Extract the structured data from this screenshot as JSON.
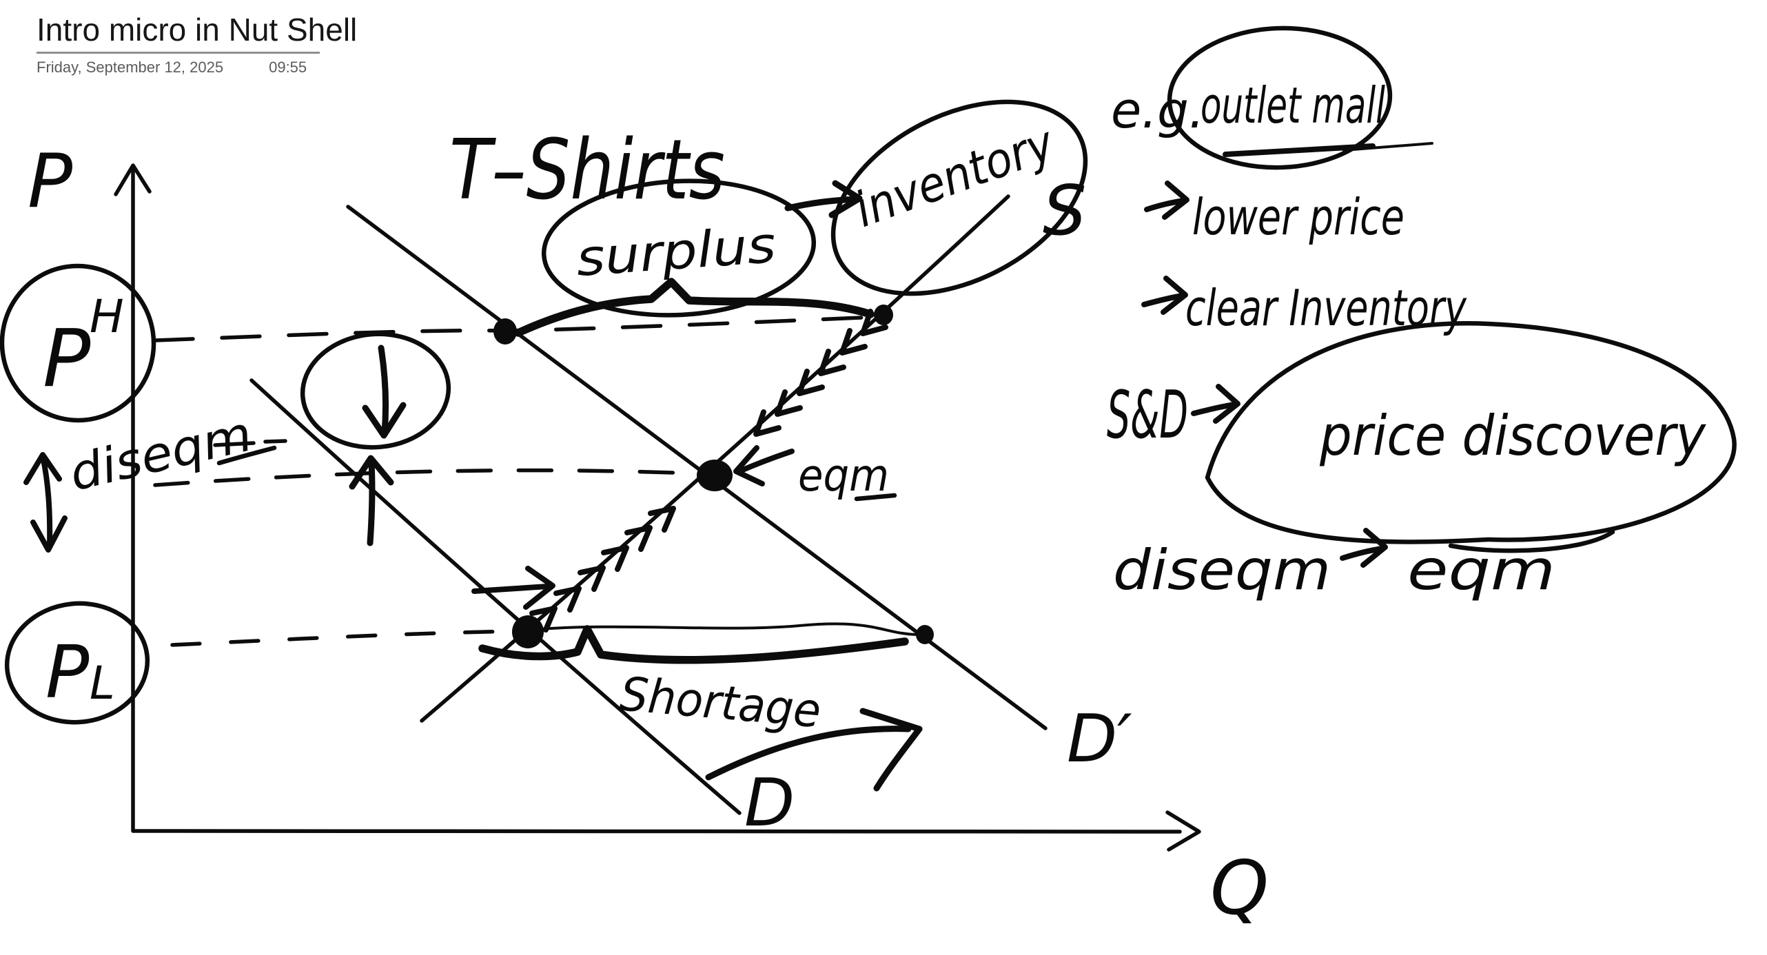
{
  "header": {
    "title": "Intro micro in Nut Shell",
    "date": "Friday, September 12, 2025",
    "time": "09:55"
  },
  "diagram": {
    "title": "T–Shirts",
    "y_axis": "P",
    "x_axis": "Q",
    "price_high": {
      "letter": "P",
      "sub": "H"
    },
    "price_low": {
      "letter": "P",
      "sub": "L"
    },
    "supply_label": "S",
    "demand_label": "D",
    "demand_shifted_label": "D′",
    "surplus_label": "surplus",
    "inventory_label": "inventory",
    "shortage_label": "Shortage",
    "eqm_label": "eqm",
    "diseqm_label": "diseqm"
  },
  "notes": {
    "eg": "e.g.",
    "example": "outlet mall",
    "bullet1": "lower price",
    "bullet2": "clear Inventory",
    "sd": "S&D",
    "sd_result": "price discovery",
    "diseqm": "diseqm",
    "eqm": "eqm"
  },
  "colors": {
    "ink": "#0c0c0c",
    "paper": "#ffffff",
    "meta_text": "#5b5b5b"
  }
}
